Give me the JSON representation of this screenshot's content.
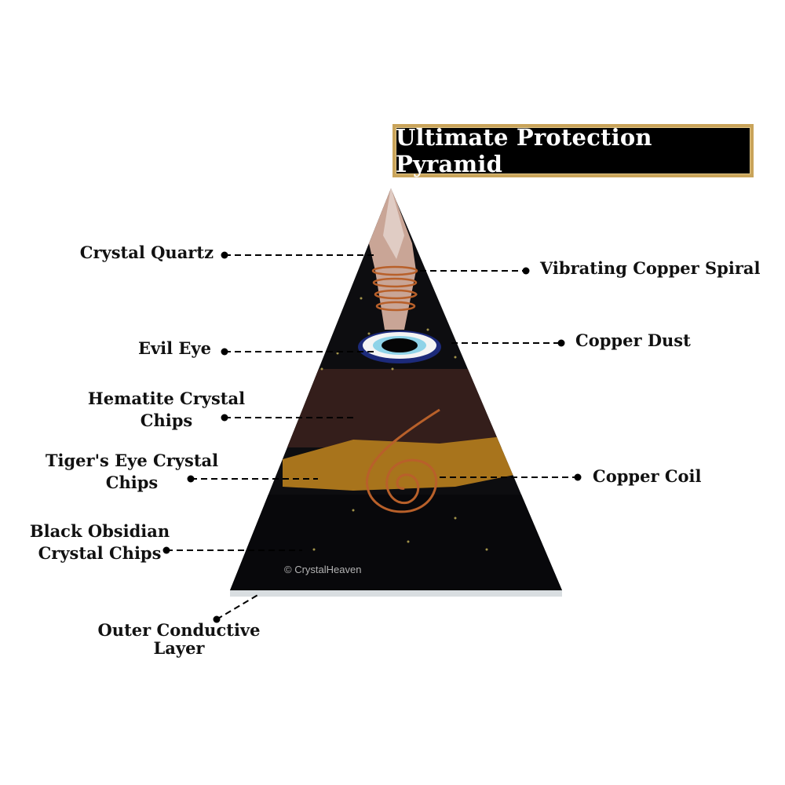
{
  "title": "Ultimate Protection Pyramid",
  "watermark": "© CrystalHeaven",
  "labels": {
    "crystal_quartz": "Crystal Quartz",
    "vibrating_copper_spiral": "Vibrating Copper Spiral",
    "evil_eye": "Evil Eye",
    "copper_dust": "Copper Dust",
    "hematite_1": "Hematite Crystal",
    "hematite_2": "Chips",
    "tigers_eye_1": "Tiger's Eye Crystal",
    "tigers_eye_2": "Chips",
    "copper_coil": "Copper Coil",
    "obsidian_1": "Black Obsidian",
    "obsidian_2": "Crystal Chips",
    "outer_1": "Outer Conductive",
    "outer_2": "Layer"
  },
  "colors": {
    "title_border": "#c9a45a",
    "copper": "#b8602a",
    "obsidian": "#0d0d10",
    "hematite": "#3a1f1c",
    "tigers_eye": "#b07a1c",
    "evil_eye_blue": "#1c2a7a"
  }
}
